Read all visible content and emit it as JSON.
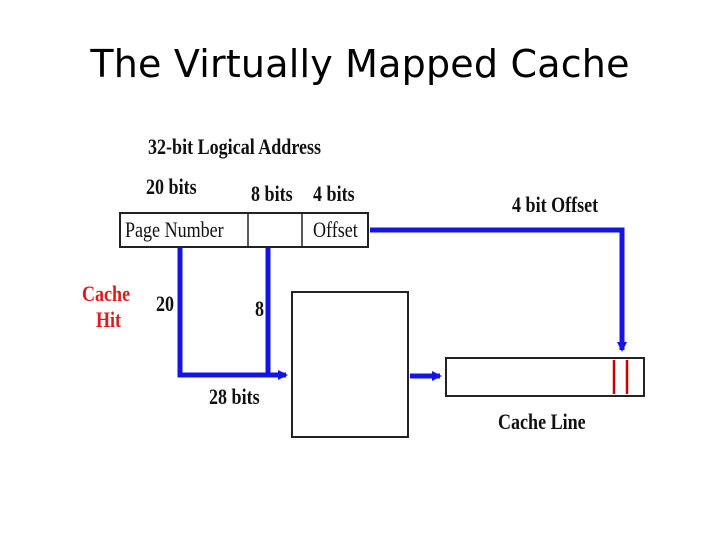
{
  "title": "The Virtually Mapped Cache",
  "labels": {
    "logical_address": "32-bit Logical Address",
    "bits_20": "20 bits",
    "bits_8": "8 bits",
    "bits_4": "4 bits",
    "page_number": "Page Number",
    "offset": "Offset",
    "offset_4bit": "4 bit Offset",
    "cache_hit_line1": "Cache",
    "cache_hit_line2": "Hit",
    "num_20": "20",
    "num_8": "8",
    "bits_28": "28 bits",
    "cache_line": "Cache Line"
  },
  "colors": {
    "arrow": "#1414e6",
    "cache_hit": "#e01a1a",
    "line_marker": "#cc0000",
    "box_border": "#222222"
  }
}
